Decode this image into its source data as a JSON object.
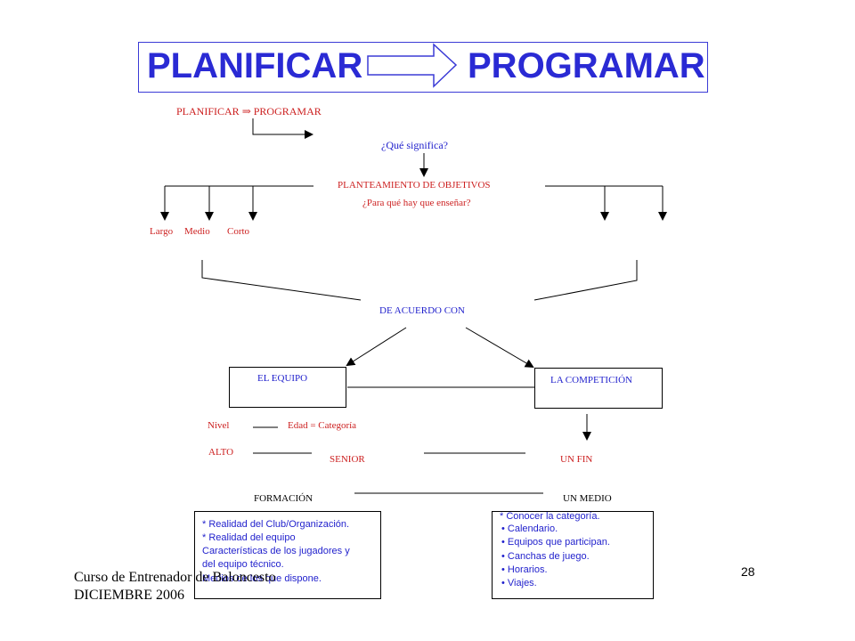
{
  "title": {
    "left": "PLANIFICAR",
    "right": "PROGRAMAR"
  },
  "subtitle": {
    "left": "PLANIFICAR",
    "arrow": "⇒",
    "right": "PROGRAMAR"
  },
  "question_meaning": "¿Qué significa?",
  "objectives": {
    "heading": "PLANTEAMIENTO  DE OBJETIVOS",
    "question": "¿Para qué hay que enseñar?",
    "terms": [
      "Largo",
      "Medio",
      "Corto"
    ]
  },
  "according": "DE ACUERDO  CON",
  "team_box": "EL EQUIPO",
  "competition_box": "LA COMPETICIÓN",
  "team_attrs": {
    "level": "Nivel",
    "age": "Edad = Categoría",
    "high": "ALTO",
    "senior": "SENIOR",
    "formation": "FORMACIÓN"
  },
  "competition_attrs": {
    "end": "UN FIN",
    "means": "UN MEDIO"
  },
  "left_list": [
    "* Realidad del Club/Organización.",
    "* Realidad del equipo",
    "Características de los jugadores y",
    "del equipo técnico.",
    "Medios de los que dispone."
  ],
  "right_list": {
    "first": "* Conocer la categoría.",
    "bullets": [
      "Calendario.",
      "Equipos que participan.",
      "Canchas de juego.",
      "Horarios.",
      "Viajes."
    ]
  },
  "footer": {
    "line1": "Curso de Entrenador de Baloncesto",
    "line2": "DICIEMBRE 2006"
  },
  "page_number": "28"
}
